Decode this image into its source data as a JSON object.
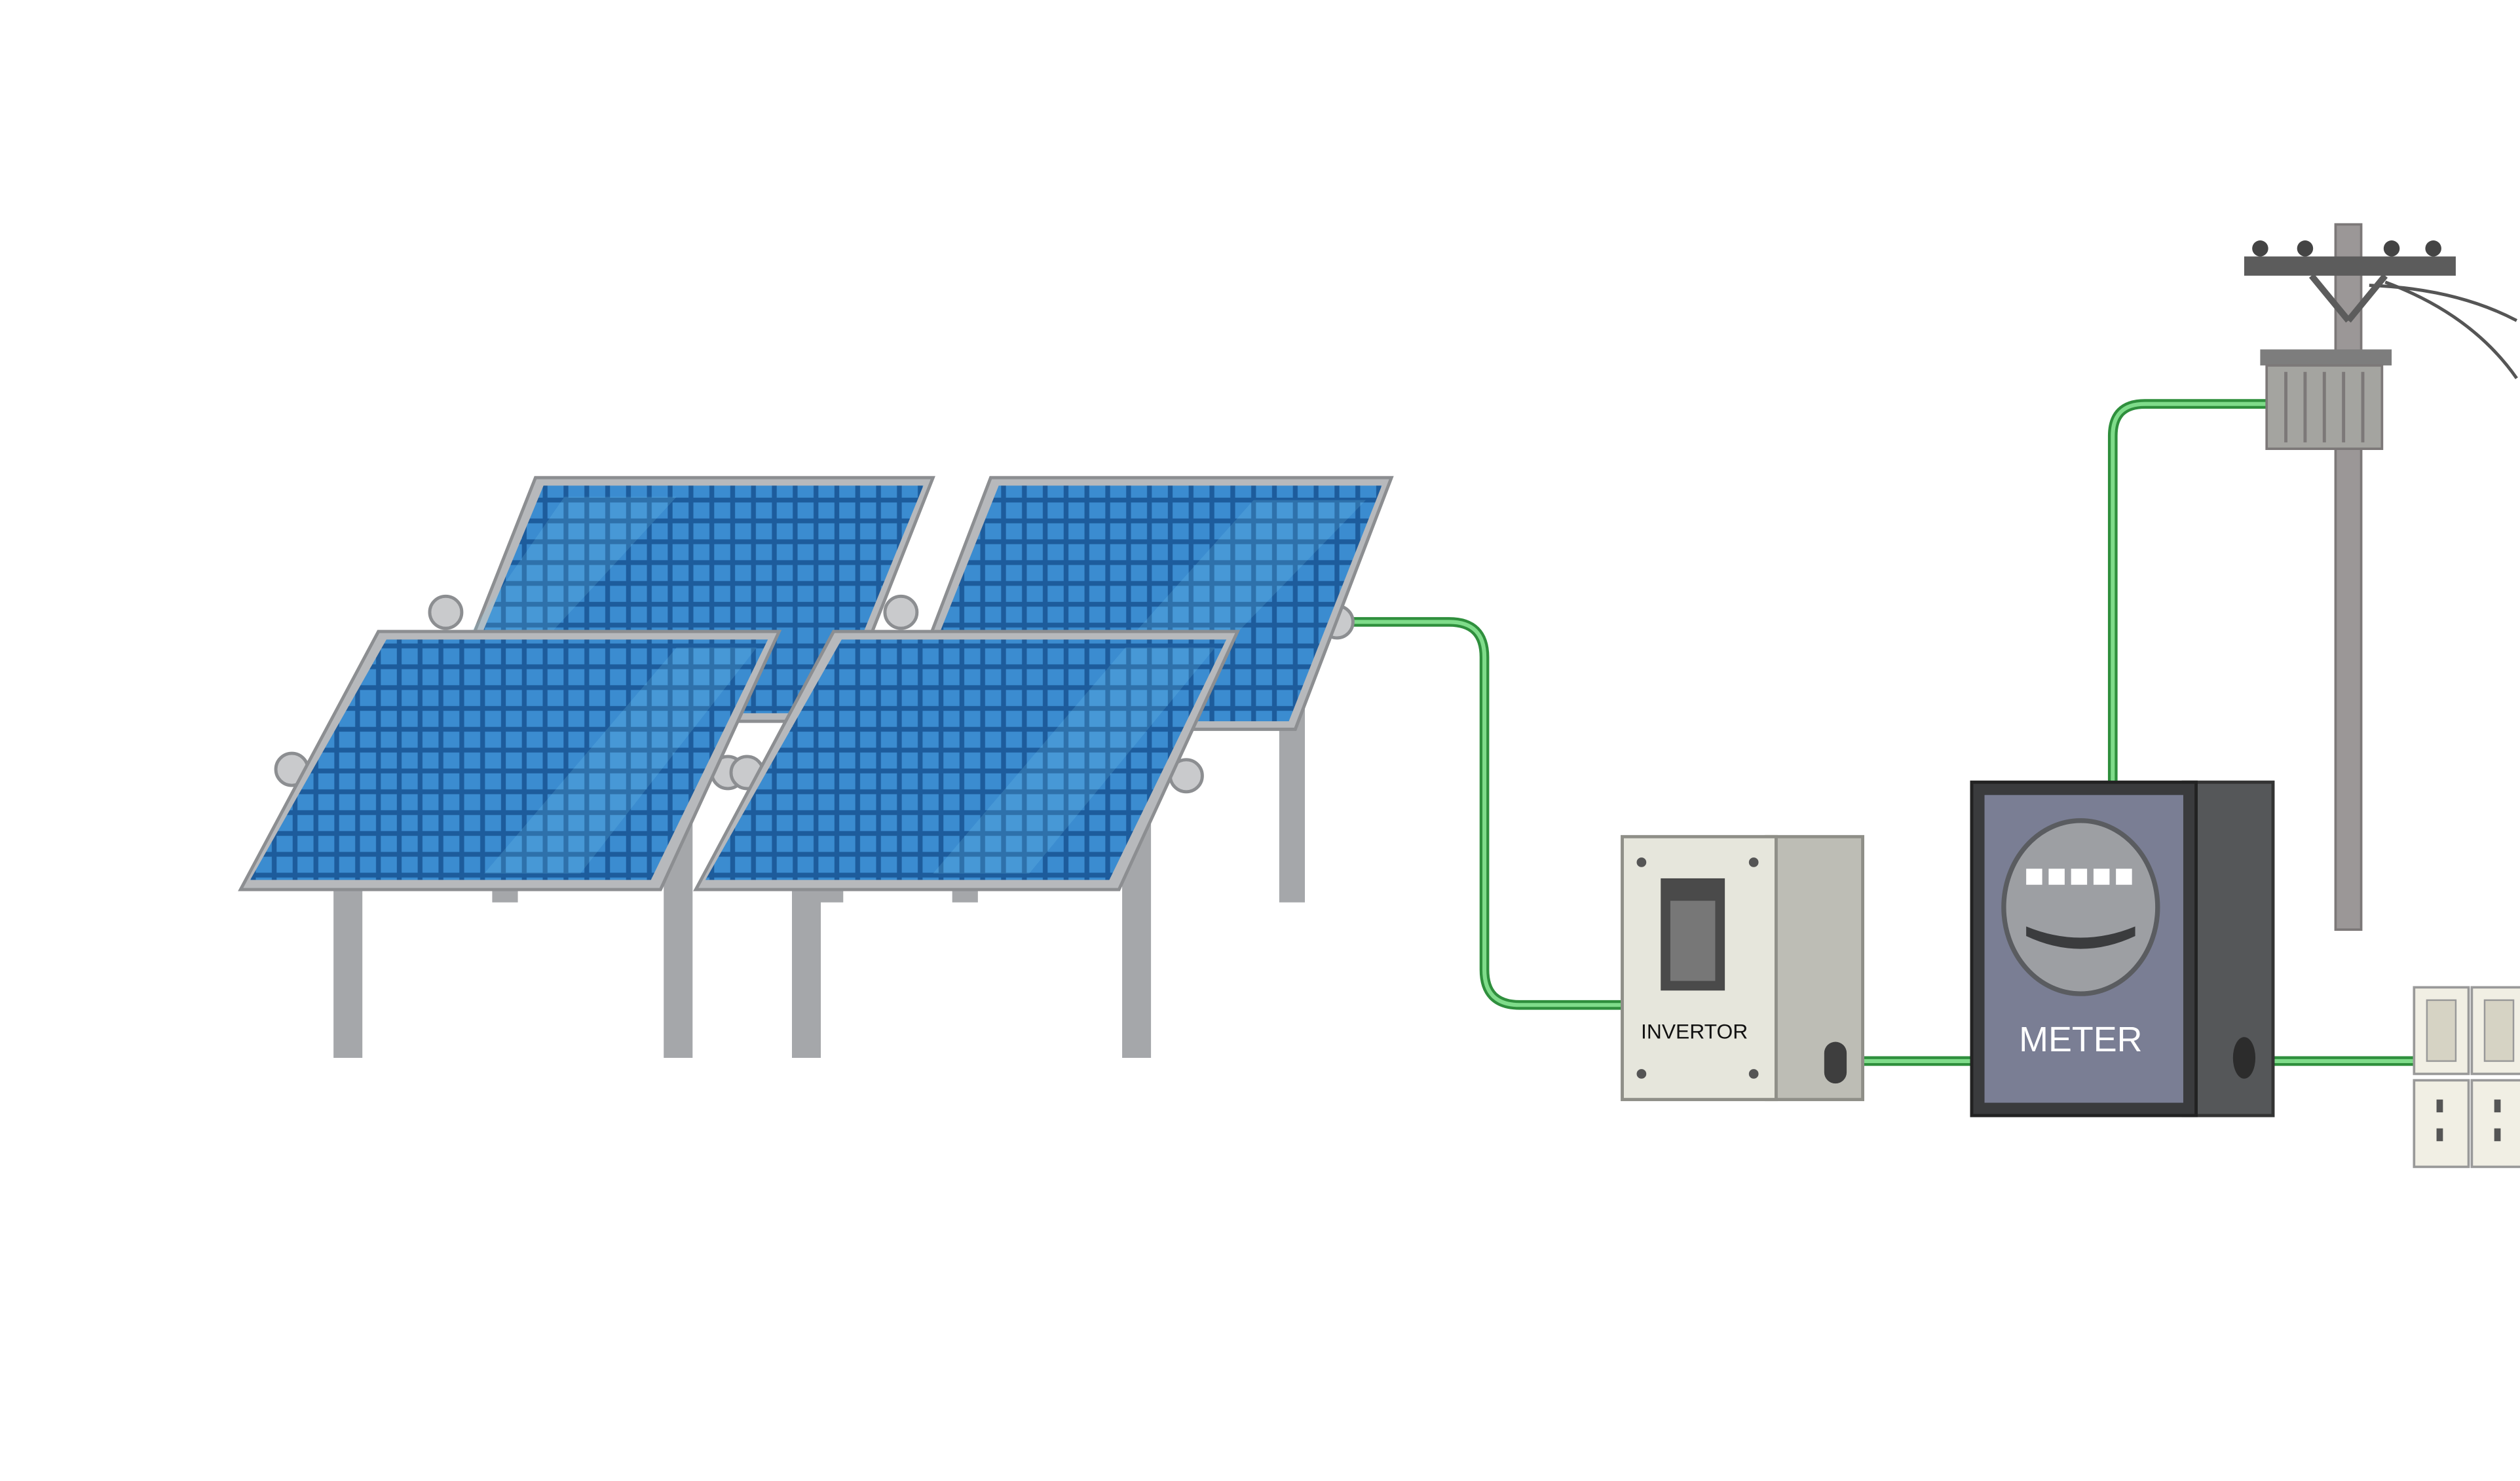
{
  "labels": {
    "inverter": "INVERTOR",
    "meter": "METER"
  },
  "colors": {
    "background": "#ffffff",
    "panel_blue": "#2166a8",
    "panel_cell": "#2f7fc4",
    "panel_frame": "#b7b9bc",
    "stand_metal": "#a5a7aa",
    "wire_green": "#3ab54a",
    "inverter_body": "#d9d9d0",
    "meter_face": "#7a7e94",
    "meter_body": "#444547",
    "pole": "#9b9797"
  },
  "components": {
    "solar_panel_count": 4,
    "switch_outlet_count": 2
  }
}
